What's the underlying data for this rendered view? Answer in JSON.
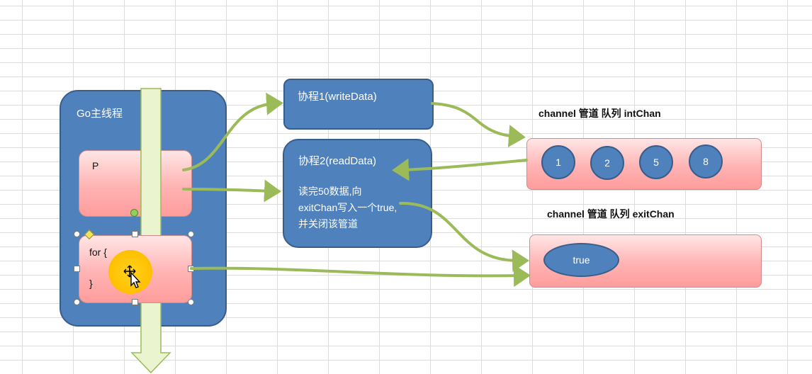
{
  "main_thread": {
    "title": "Go主线程"
  },
  "p_box": {
    "label": "P"
  },
  "for_box": {
    "line1": "for {",
    "line2": "}"
  },
  "writer": {
    "title": "协程1(writeData)"
  },
  "reader": {
    "title": "协程2(readData)",
    "line1": "读完50数据,向",
    "line2": "exitChan写入一个true,",
    "line3": "并关闭该管道"
  },
  "int_chan": {
    "title": "channel 管道 队列 intChan",
    "values": [
      "1",
      "2",
      "5",
      "8"
    ]
  },
  "exit_chan": {
    "title": "channel 管道 队列 exitChan",
    "value": "true"
  },
  "colors": {
    "node_blue": "#4f81bd",
    "node_border": "#385d8a",
    "queue_pink": "#ffb3b3",
    "arrow_green": "#9bbb59",
    "timeline_green": "#eaf5d0",
    "cursor_highlight": "#ffcc00"
  },
  "icons": [
    "move-cursor-icon"
  ]
}
